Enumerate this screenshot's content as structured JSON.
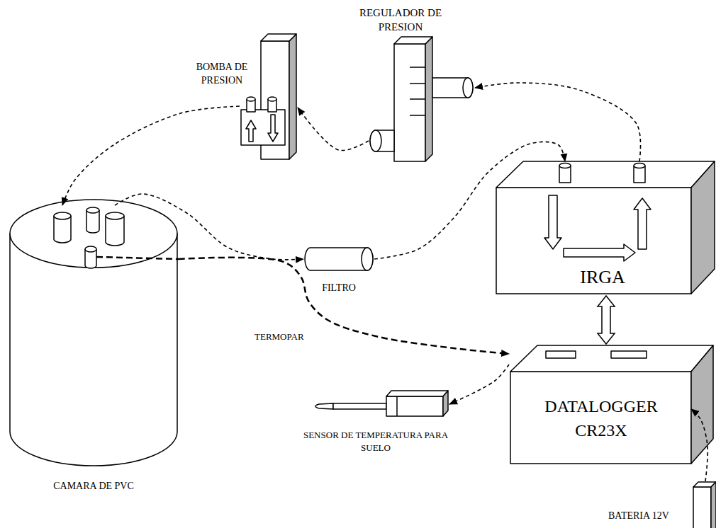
{
  "diagram": {
    "nodes": [
      {
        "text": [
          "REGULADOR DE PRESION"
        ]
      },
      {
        "text": [
          "BOMBA DE PRESION"
        ]
      },
      {
        "text": [
          "IRGA"
        ]
      },
      {
        "text": [
          "FILTRO"
        ]
      },
      {
        "text": [
          "DATALOGGER CR23X"
        ]
      },
      {
        "text": [
          "SENSOR DE TEMPERATURA PARA SUELO"
        ]
      },
      {
        "text": [
          "CAMARA DE PVC"
        ]
      },
      {
        "text": [
          "BATERIA 12V"
        ]
      }
    ],
    "edges": [
      {
        "from": 6,
        "to": 3,
        "arrow": "to"
      },
      {
        "from": 3,
        "to": 2,
        "arrow": "to"
      },
      {
        "from": 2,
        "to": 0,
        "arrow": "to"
      },
      {
        "from": 0,
        "to": 1,
        "arrow": "to"
      },
      {
        "from": 1,
        "to": 6,
        "arrow": "to"
      },
      {
        "from": 6,
        "to": 4,
        "label": "TERMOPAR",
        "arrow": "to"
      },
      {
        "from": 2,
        "to": 4,
        "arrow": "both"
      },
      {
        "from": 4,
        "to": 5,
        "arrow": "to"
      },
      {
        "from": 7,
        "to": 4,
        "arrow": "to"
      }
    ]
  }
}
